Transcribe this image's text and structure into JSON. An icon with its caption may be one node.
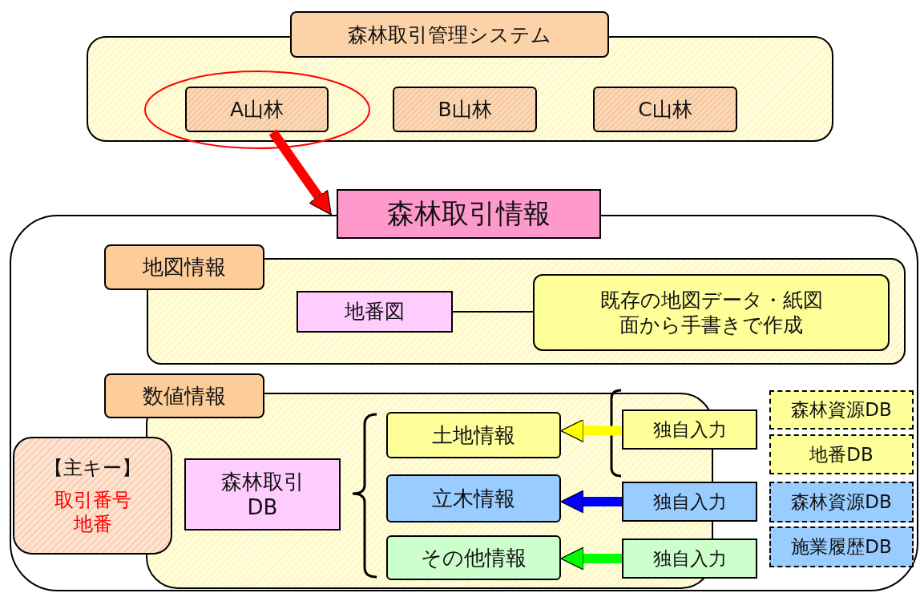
{
  "diagram": {
    "nodes": [
      {
        "text": [
          "森林取引管理システム"
        ]
      },
      {
        "text": [
          "A山林"
        ],
        "in": 0
      },
      {
        "text": [
          "B山林"
        ],
        "in": 0
      },
      {
        "text": [
          "C山林"
        ],
        "in": 0
      },
      {
        "text": [
          "森林取引情報"
        ]
      },
      {
        "text": [
          "地図情報"
        ],
        "in": 4
      },
      {
        "text": [
          "地番図"
        ],
        "in": 5
      },
      {
        "text": [
          "既存の地図データ・紙図面から手書きで作成"
        ],
        "in": 5
      },
      {
        "text": [
          "数値情報"
        ],
        "in": 4
      },
      {
        "text": [
          "【主キー】",
          "取引番号地番"
        ],
        "in": 4
      },
      {
        "text": [
          "森林取引DB"
        ],
        "in": 8
      },
      {
        "text": [
          "土地情報"
        ],
        "in": 8
      },
      {
        "text": [
          "立木情報"
        ],
        "in": 8
      },
      {
        "text": [
          "その他情報"
        ],
        "in": 8
      },
      {
        "text": [
          "独自入力"
        ],
        "in": 4
      },
      {
        "text": [
          "独自入力"
        ],
        "in": 4
      },
      {
        "text": [
          "独自入力"
        ],
        "in": 4
      },
      {
        "text": [
          "森林資源DB"
        ],
        "in": 4
      },
      {
        "text": [
          "地番DB"
        ],
        "in": 4
      },
      {
        "text": [
          "森林資源DB"
        ],
        "in": 4
      },
      {
        "text": [
          "施業履歴DB"
        ],
        "in": 4
      }
    ],
    "edges": [
      {
        "from": 1,
        "to": 4,
        "arrow": "to",
        "color": "#ff0000"
      },
      {
        "from": 6,
        "to": 7,
        "arrow": "none",
        "color": "#000000"
      },
      {
        "from": 14,
        "to": 11,
        "arrow": "to",
        "color": "#ffff00"
      },
      {
        "from": 15,
        "to": 12,
        "arrow": "to",
        "color": "#0000ff"
      },
      {
        "from": 16,
        "to": 13,
        "arrow": "to",
        "color": "#00ff00"
      }
    ]
  }
}
